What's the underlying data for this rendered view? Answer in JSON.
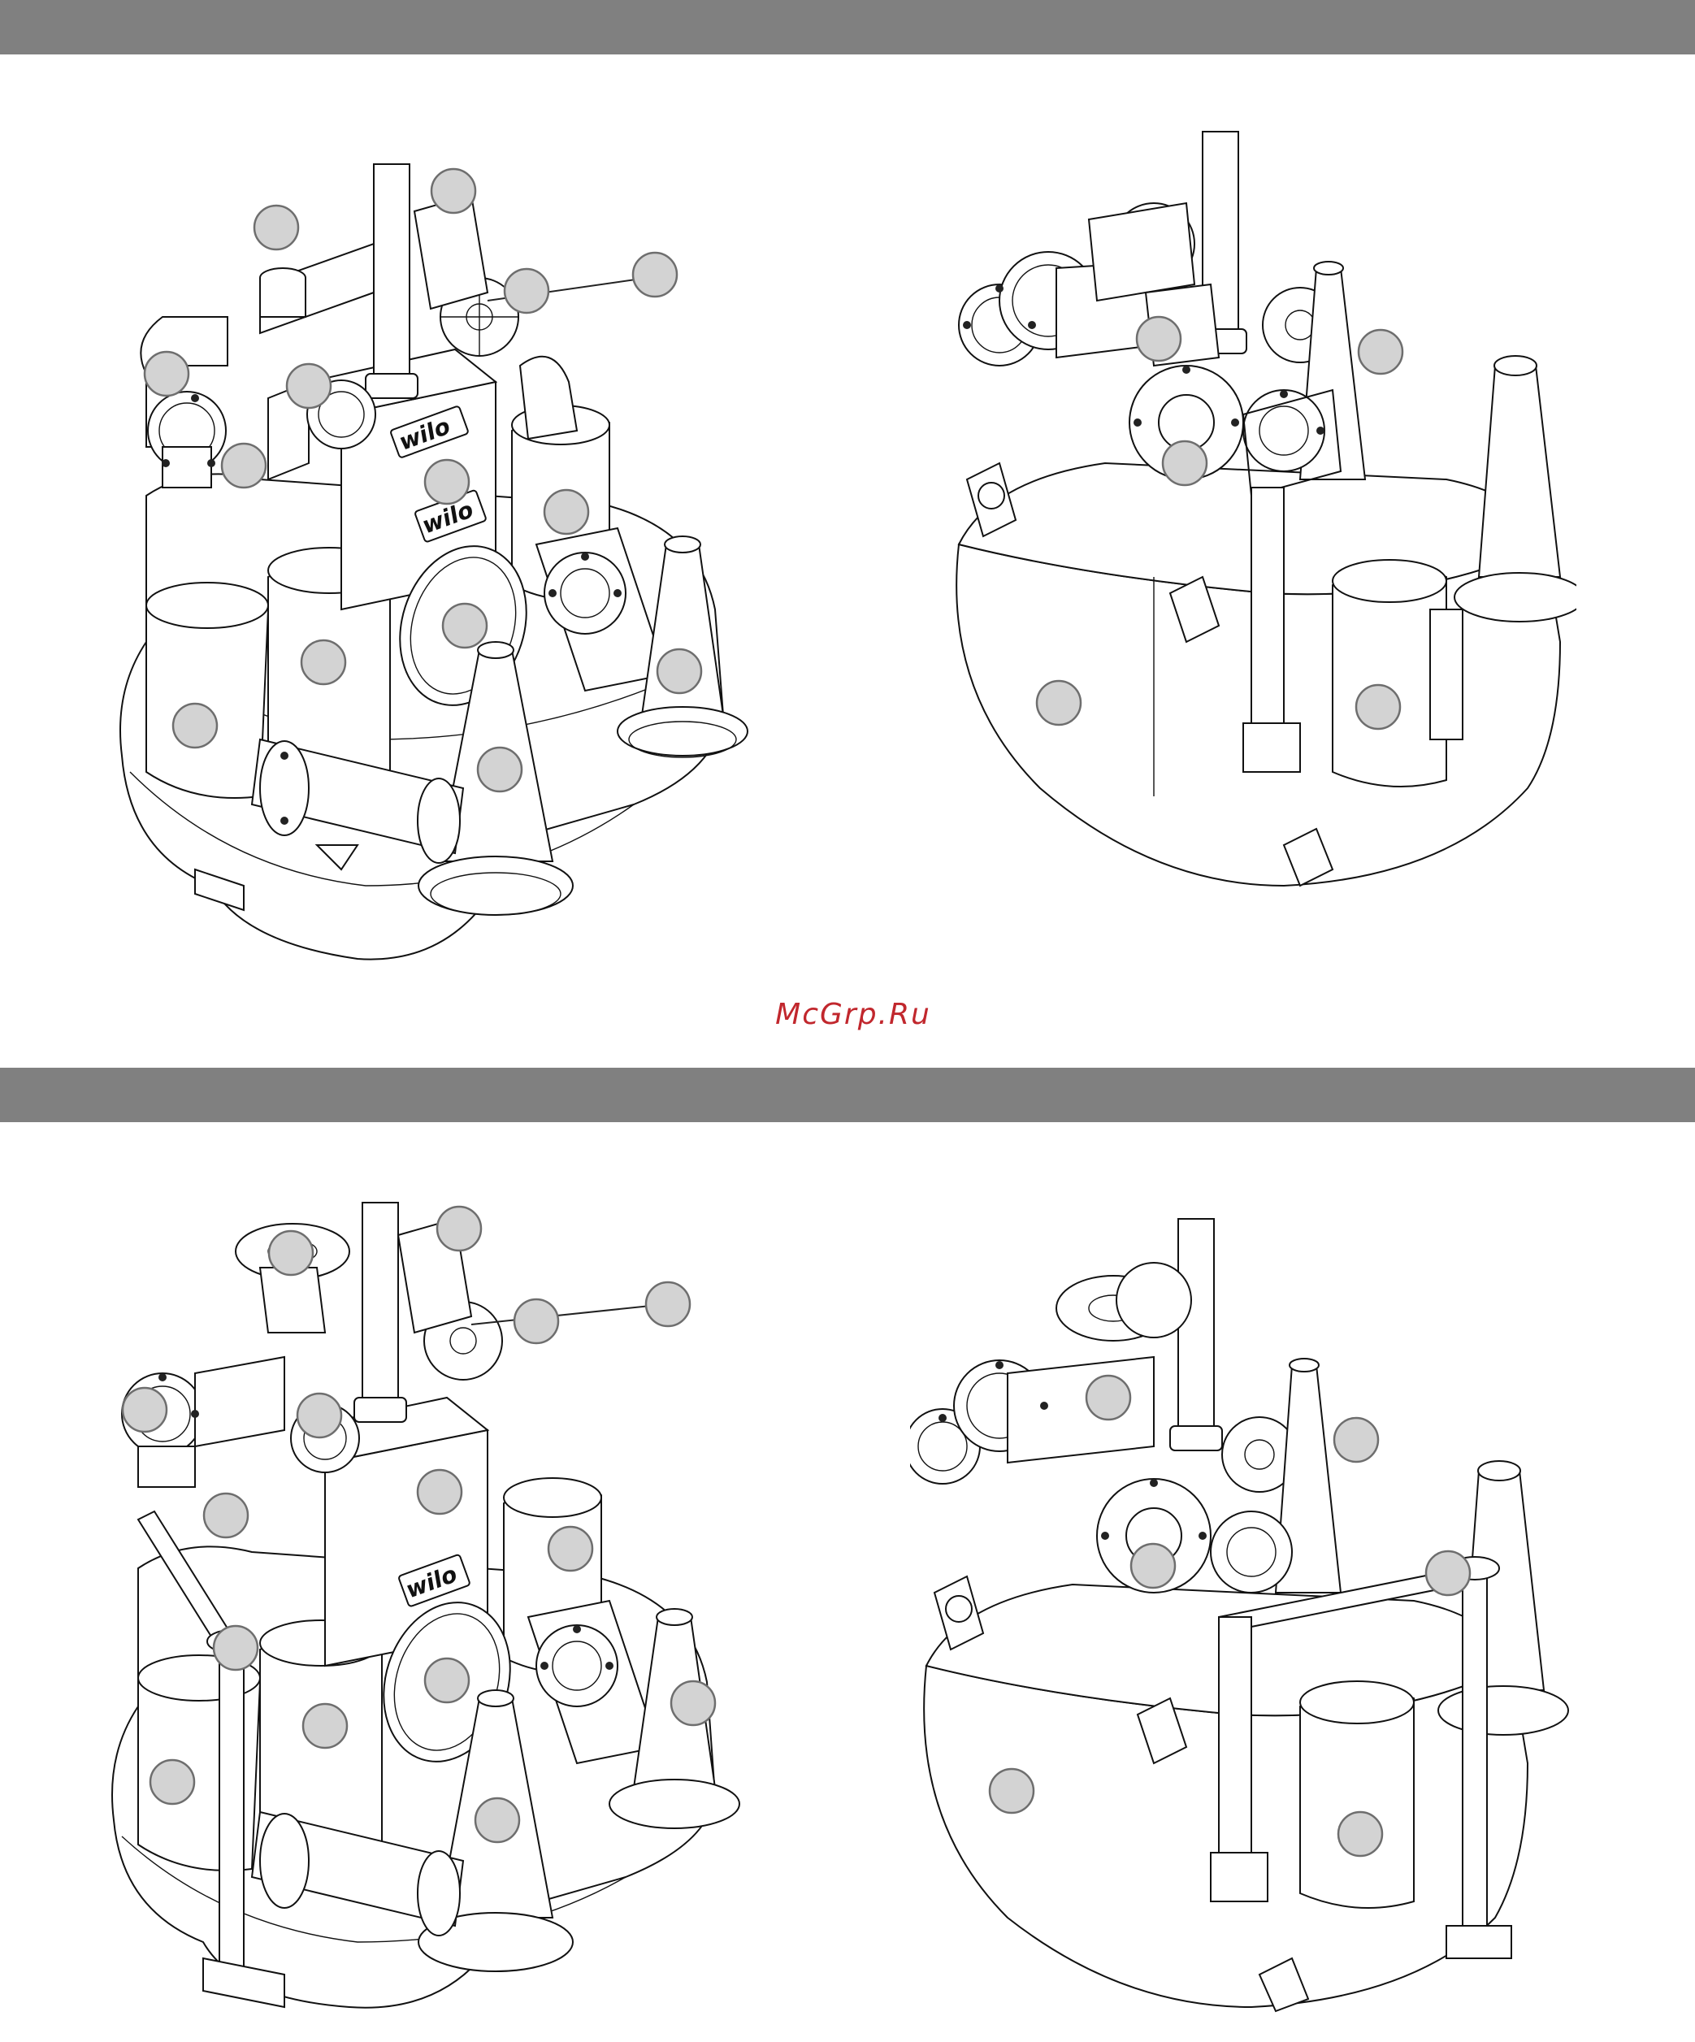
{
  "watermark": "McGrp.Ru",
  "brand_mark": "wilo",
  "colors": {
    "header_band": "#808080",
    "watermark": "#c1272d",
    "callout_fill": "#d3d3d3",
    "callout_stroke": "#6e6e6e",
    "line": "#111111"
  },
  "figures": [
    {
      "id": "fig-top-left",
      "view": "front",
      "variant": "standard"
    },
    {
      "id": "fig-top-right",
      "view": "rear",
      "variant": "standard"
    },
    {
      "id": "fig-bottom-left",
      "view": "front",
      "variant": "with hand pump"
    },
    {
      "id": "fig-bottom-right",
      "view": "rear",
      "variant": "with hand pump"
    }
  ]
}
